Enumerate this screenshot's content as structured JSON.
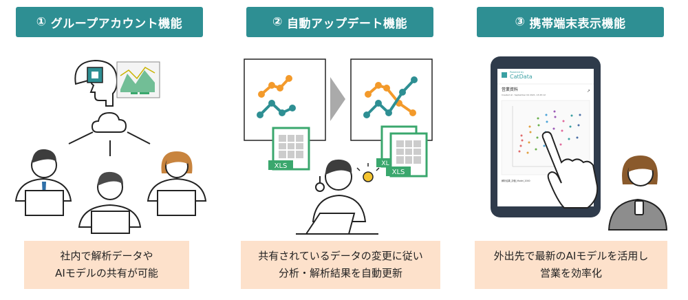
{
  "panels": [
    {
      "number": "①",
      "title": "グループアカウント機能",
      "caption_lines": [
        "社内で解析データや",
        "AIモデルの共有が可能"
      ]
    },
    {
      "number": "②",
      "title": "自動アップデート機能",
      "caption_lines": [
        "共有されているデータの変更に従い",
        "分析・解析結果を自動更新"
      ],
      "file_label": "XLS",
      "file_label_back": "XL"
    },
    {
      "number": "③",
      "title": "携帯端末表示機能",
      "caption_lines": [
        "外出先で最新のAIモデルを活用し",
        "営業を効率化"
      ],
      "phone": {
        "app_name": "CatData",
        "app_tagline": "Powered by",
        "doc_title": "営業資料",
        "doc_date": "Created at : September 04 2021, 13:45:12",
        "footer_text": "解析結果_評価_Model_2000"
      }
    }
  ],
  "colors": {
    "header_bg": "#2e8f93",
    "caption_bg": "#fde1cb",
    "orange": "#f39a2b",
    "teal": "#2e8f93",
    "green": "#3aa76d"
  }
}
